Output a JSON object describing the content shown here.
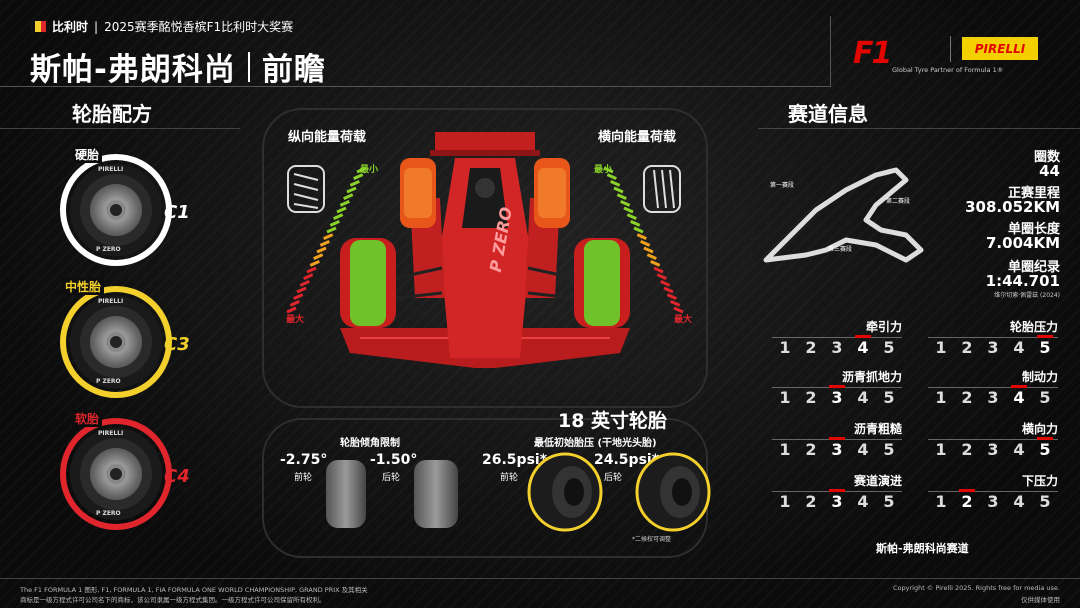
{
  "header": {
    "flag_colors": [
      "#111111",
      "#f3d02b",
      "#e1252c"
    ],
    "country": "比利时",
    "event": "2025赛季酩悦香槟F1比利时大奖赛",
    "title_main": "斯帕-弗朗科尚",
    "title_sub": "前瞻",
    "f1_logo": "F1",
    "pirelli_logo": "PIRELLI",
    "partner_text": "Global Tyre Partner of Formula 1®"
  },
  "compounds": {
    "heading": "轮胎配方",
    "items": [
      {
        "label": "硬胎",
        "code": "C1",
        "color": "#ffffff"
      },
      {
        "label": "中性胎",
        "code": "C3",
        "color": "#f3d02b"
      },
      {
        "label": "软胎",
        "code": "C4",
        "color": "#e1252c"
      }
    ],
    "brand_on_tyre": "PIRELLI",
    "pzero": "P ZERO"
  },
  "energy": {
    "longitudinal_label": "纵向能量荷载",
    "lateral_label": "横向能量荷载",
    "min_label": "最小",
    "max_label": "最大",
    "car_livery_text": "P ZERO"
  },
  "tyre_spec": {
    "size_label": "18 英寸轮胎",
    "camber_title": "轮胎倾角限制",
    "front_camber": "-2.75°",
    "rear_camber": "-1.50°",
    "front_label": "前轮",
    "rear_label": "后轮",
    "pressure_title": "最低初始胎压 (干地光头胎)",
    "front_pressure": "26.5psi*",
    "rear_pressure": "24.5psi*",
    "footnote": "*二候权可调整"
  },
  "circuit": {
    "heading": "赛道信息",
    "laps_label": "圈数",
    "laps_value": "44",
    "distance_label": "正赛里程",
    "distance_value": "308.052KM",
    "length_label": "单圈长度",
    "length_value": "7.004KM",
    "record_label": "单圈纪录",
    "record_value": "1:44.701",
    "record_holder": "维尔切索·佩雷兹 (2024)",
    "sector_1": "第一赛段",
    "sector_2": "第二赛段",
    "sector_3": "第三赛段",
    "name": "斯帕-弗朗科尚赛道"
  },
  "ratings": {
    "scale": [
      "1",
      "2",
      "3",
      "4",
      "5"
    ],
    "items": [
      {
        "label": "牵引力",
        "value": 4
      },
      {
        "label": "轮胎压力",
        "value": 5
      },
      {
        "label": "沥青抓地力",
        "value": 3
      },
      {
        "label": "制动力",
        "value": 4
      },
      {
        "label": "沥青粗糙",
        "value": 3
      },
      {
        "label": "横向力",
        "value": 5
      },
      {
        "label": "赛道演进",
        "value": 3
      },
      {
        "label": "下压力",
        "value": 2
      }
    ]
  },
  "footer": {
    "left_line1": "The F1 FORMULA 1 图形, F1, FORMULA 1, FIA FORMULA ONE WORLD CHAMPIONSHIP, GRAND PRIX 及其相关",
    "left_line2": "商标是一级方程式许可公司名下的商标，该公司隶属一级方程式集团。一级方程式许可公司保留所有权利。",
    "right_line1": "Copyright © Pirelli 2025. Rights free for media use.",
    "right_line2": "仅供媒体使用"
  }
}
